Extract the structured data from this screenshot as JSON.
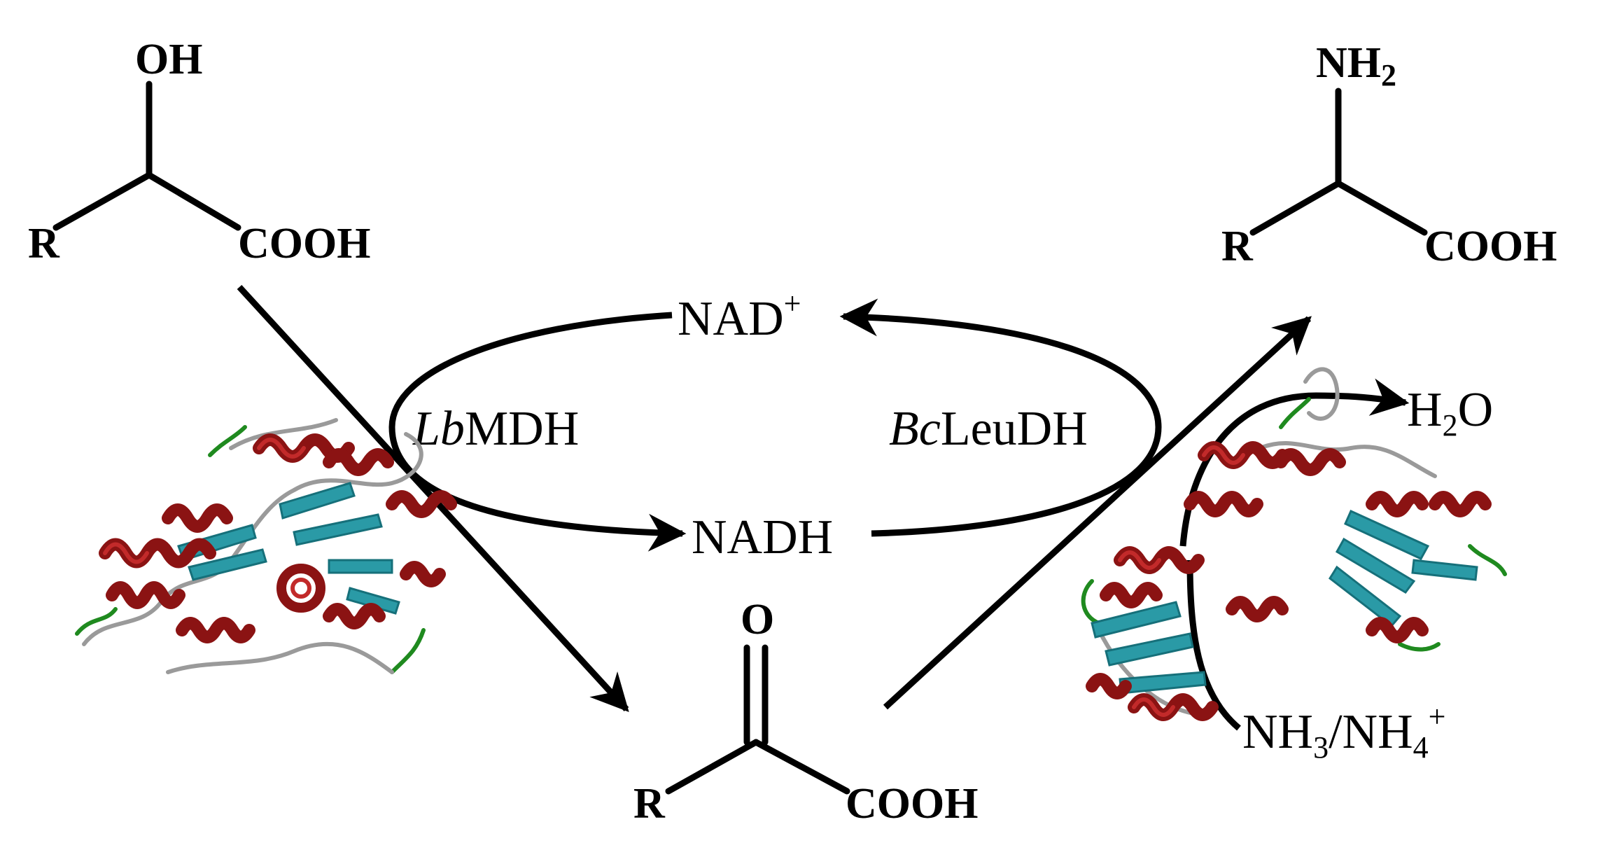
{
  "molecules": {
    "hydroxy_acid": {
      "oh": "OH",
      "r": "R",
      "cooh": "COOH"
    },
    "keto_acid": {
      "o": "O",
      "r": "R",
      "cooh": "COOH"
    },
    "amino_acid": {
      "nh2_base": "NH",
      "nh2_sub": "2",
      "r": "R",
      "cooh": "COOH"
    }
  },
  "cofactors": {
    "nad_base": "NAD",
    "nad_sup": "+",
    "nadh": "NADH"
  },
  "enzymes": {
    "left_italic": "Lb",
    "left_rest": "MDH",
    "right_italic": "Bc",
    "right_rest": "LeuDH"
  },
  "side_products": {
    "water_h": "H",
    "water_sub": "2",
    "water_o": "O",
    "ammonia": {
      "nh_a": "NH",
      "sub_a": "3",
      "slash_nh": "/NH",
      "sub_b": "4",
      "sup_b": "+"
    }
  },
  "colors": {
    "helix": "#8b1313",
    "strand": "#2a9aa6",
    "coil": "#9a9a9a",
    "turn": "#1f8a1f"
  }
}
